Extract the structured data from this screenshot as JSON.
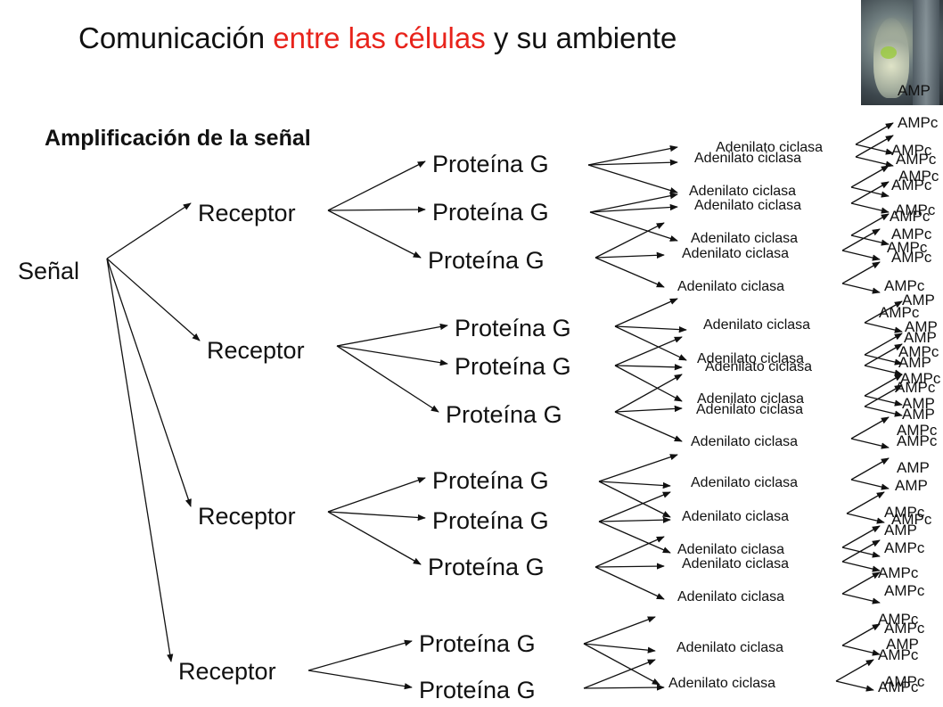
{
  "title": {
    "part1": "Comunicación ",
    "part2": "entre las células",
    "part3": " y su ambiente",
    "highlight_color": "#e8231b"
  },
  "subtitle": "Amplificación de la señal",
  "signal": "Señal",
  "receptor": "Receptor",
  "protein_g": "Proteína G",
  "adenylate_cyclase": "Adenilato ciclasa",
  "ampc": "AMPc",
  "amp_partial": "AMP",
  "photo_icon": "neuron-synapse-photo"
}
